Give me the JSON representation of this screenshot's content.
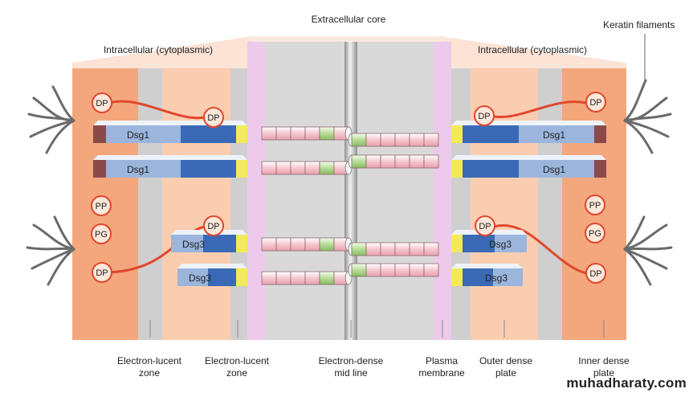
{
  "labels": {
    "extracellular_core": "Extracellular core",
    "intracellular_left": "Intracellular (cytoplasmic)",
    "intracellular_right": "Intracellular (cytoplasmic)",
    "keratin_filaments": "Keratin filaments",
    "electron_lucent_zone_1": [
      "Electron-lucent",
      "zone"
    ],
    "electron_lucent_zone_2": [
      "Electron-lucent",
      "zone"
    ],
    "electron_dense_mid_line": [
      "Electron-dense",
      "mid line"
    ],
    "plasma_membrane": [
      "Plasma",
      "membrane"
    ],
    "outer_dense_plate": [
      "Outer dense",
      "plate"
    ],
    "inner_dense_plate": [
      "Inner dense",
      "plate"
    ]
  },
  "proteins": {
    "dp": "DP",
    "pp": "PP",
    "pg": "PG",
    "dsg1": "Dsg1",
    "dsg3": "Dsg3"
  },
  "watermark": "muhadharaty.com",
  "colors": {
    "inner_dense_plate": "#f4a77c",
    "electron_lucent": "#cfcfcf",
    "outer_dense_plate": "#fbcdb0",
    "plasma_membrane": "#edc9ec",
    "extracellular": "#d9d9d9",
    "mid_line": "#b5b5b5",
    "dsg_light": "#9bb5dd",
    "dsg_dark": "#3a6ab6",
    "dsg_tip": "#8b4a4a",
    "dsg_yellow": "#f2ea5a",
    "cadherin_pink": "#f6c8d0",
    "cadherin_green": "#b8dc98",
    "dp_line": "#e0472e",
    "filament": "#6a6a6a"
  }
}
